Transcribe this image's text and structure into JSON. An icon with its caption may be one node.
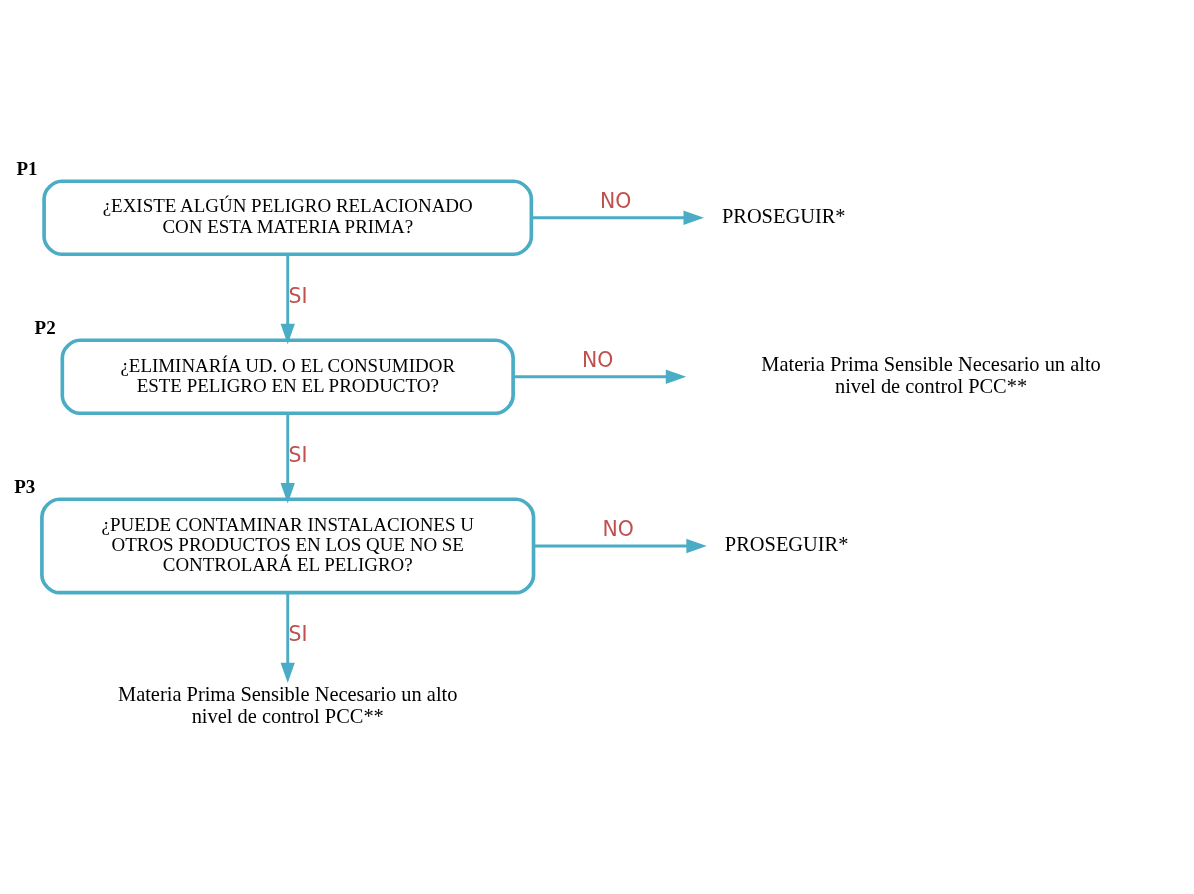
{
  "diagram": {
    "nodes": [
      {
        "text": [
          "¿EXISTE ALGÚN PELIGRO RELACIONADO CON ESTA MATERIA PRIMA?"
        ],
        "beside": [
          "P1"
        ]
      },
      {
        "text": [
          "PROSEGUIR*"
        ]
      },
      {
        "text": [
          "¿ELIMINARÍA UD. O EL CONSUMIDOR ESTE PELIGRO EN EL PRODUCTO?"
        ],
        "beside": [
          "P2"
        ]
      },
      {
        "text": [
          "Materia Prima Sensible Necesario un alto nivel de control PCC**"
        ]
      },
      {
        "text": [
          "¿PUEDE CONTAMINAR INSTALACIONES U OTROS PRODUCTOS EN LOS QUE NO SE CONTROLARÁ EL PELIGRO?"
        ],
        "beside": [
          "P3"
        ]
      },
      {
        "text": [
          "PROSEGUIR*"
        ]
      },
      {
        "text": [
          "Materia Prima Sensible Necesario un alto nivel de control PCC**"
        ]
      }
    ],
    "edges": [
      {
        "from": 0,
        "to": 1,
        "arrow": "to",
        "label": "NO"
      },
      {
        "from": 0,
        "to": 2,
        "arrow": "to",
        "label": "SI"
      },
      {
        "from": 2,
        "to": 3,
        "arrow": "to",
        "label": "NO"
      },
      {
        "from": 2,
        "to": 4,
        "arrow": "to",
        "label": "SI"
      },
      {
        "from": 4,
        "to": 5,
        "arrow": "to",
        "label": "NO"
      },
      {
        "from": 4,
        "to": 6,
        "arrow": "to",
        "label": "SI"
      }
    ]
  }
}
